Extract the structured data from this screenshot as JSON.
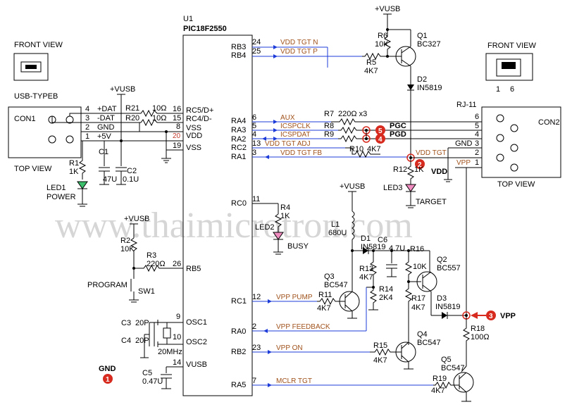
{
  "ic": {
    "ref": "U1",
    "part": "PIC18F2550",
    "left_pins": [
      {
        "name": "RC5/D+",
        "num": "16"
      },
      {
        "name": "RC4/D-",
        "num": "15"
      },
      {
        "name": "VSS",
        "num": "8"
      },
      {
        "name": "VDD",
        "num": "20"
      },
      {
        "name": "VSS",
        "num": "19"
      },
      {
        "name": "RB5",
        "num": "26"
      },
      {
        "name": "OSC1",
        "num": "9"
      },
      {
        "name": "OSC2",
        "num": "10"
      },
      {
        "name": "VUSB",
        "num": "14"
      }
    ],
    "right_pins": [
      {
        "name": "RB3",
        "num": "24",
        "signal": "VDD TGT N"
      },
      {
        "name": "RB4",
        "num": "25",
        "signal": "VDD TGT P"
      },
      {
        "name": "RA4",
        "num": "6",
        "signal": "AUX"
      },
      {
        "name": "RA3",
        "num": "5",
        "signal": "ICSPCLK"
      },
      {
        "name": "RA2",
        "num": "4",
        "signal": "ICSPDAT"
      },
      {
        "name": "RC2",
        "num": "13",
        "signal": "VDD TGT ADJ"
      },
      {
        "name": "RA1",
        "num": "3",
        "signal": "VDD TGT FB"
      },
      {
        "name": "RC0",
        "num": "11",
        "signal": ""
      },
      {
        "name": "RC1",
        "num": "12",
        "signal": "VPP PUMP"
      },
      {
        "name": "RA0",
        "num": "2",
        "signal": "VPP FEEDBACK"
      },
      {
        "name": "RB2",
        "num": "23",
        "signal": "VPP ON"
      },
      {
        "name": "RA5",
        "num": "7",
        "signal": "MCLR TGT"
      }
    ]
  },
  "usb": {
    "front_view": "FRONT VIEW",
    "name": "USB-TYPEB",
    "connector": "CON1",
    "top_view": "TOP VIEW",
    "pins": [
      {
        "num": "4",
        "name": "+DAT"
      },
      {
        "num": "3",
        "name": "-DAT"
      },
      {
        "num": "2",
        "name": "GND"
      },
      {
        "num": "1",
        "name": "+5V"
      }
    ]
  },
  "rj11": {
    "front_view": "FRONT VIEW",
    "name": "RJ-11",
    "connector": "CON2",
    "top_view": "TOP VIEW",
    "pin_low": "1",
    "pin_high": "6",
    "pins": [
      {
        "num": "6",
        "name": ""
      },
      {
        "num": "5",
        "name": "PGC"
      },
      {
        "num": "4",
        "name": "PGD"
      },
      {
        "num": "3",
        "name": "GND"
      },
      {
        "num": "2",
        "name": "VDD TGT"
      },
      {
        "num": "1",
        "name": "VPP"
      }
    ]
  },
  "components": {
    "vusb": "+VUSB",
    "r21": "R21",
    "r21v": "10Ω",
    "r20": "R20",
    "r20v": "10Ω",
    "r1": "R1",
    "r1v": "1K",
    "c1": "C1",
    "c1v": "47U",
    "c2": "C2",
    "c2v": "0.1U",
    "led1": "LED1",
    "led1v": "POWER",
    "r2": "R2",
    "r2v": "10K",
    "r3": "R3",
    "r3v": "220Ω",
    "program": "PROGRAM",
    "sw1": "SW1",
    "c3": "C3",
    "c3v": "20P",
    "c4": "C4",
    "c4v": "20P",
    "xtal": "20MHz",
    "c5": "C5",
    "c5v": "0.47U",
    "r6": "R6",
    "r6v": "10K",
    "q1": "Q1",
    "q1v": "BC327",
    "r5": "R5",
    "r5v": "4K7",
    "d2": "D2",
    "d2v": "IN5819",
    "r7": "R7",
    "r7v": "220Ω x3",
    "r8": "R8",
    "r9": "R9",
    "r10": "R10",
    "r10v": "4K7",
    "r12": "R12",
    "r12v": "1K",
    "led3": "LED3",
    "led3v": "TARGET",
    "r4": "R4",
    "r4v": "1K",
    "led2": "LED2",
    "led2v": "BUSY",
    "l1": "L1",
    "l1v": "680U",
    "d1": "D1",
    "d1v": "IN5819",
    "c6": "C6",
    "c6v": "4.7U",
    "r16": "R16",
    "r16v": "10K",
    "q2": "Q2",
    "q2v": "BC557",
    "r13": "R13",
    "r13v": "4K7",
    "r14": "R14",
    "r14v": "2K4",
    "q3": "Q3",
    "q3v": "BC547",
    "r11": "R11",
    "r11v": "4K7",
    "r17": "R17",
    "r17v": "4K7",
    "d3": "D3",
    "d3v": "IN5819",
    "r18": "R18",
    "r18v": "100Ω",
    "q4": "Q4",
    "q4v": "BC547",
    "r15": "R15",
    "r15v": "4K7",
    "q5": "Q5",
    "q5v": "BC547",
    "r19": "R19",
    "r19v": "4K7"
  },
  "markers": [
    {
      "num": "1",
      "label": "GND"
    },
    {
      "num": "2",
      "label": "VDD"
    },
    {
      "num": "3",
      "label": "VPP"
    },
    {
      "num": "4",
      "label": ""
    },
    {
      "num": "5",
      "label": ""
    }
  ],
  "watermark": "www.thaimicrotron.com",
  "colors": {
    "wire": "#000000",
    "signal": "#1d3bd8",
    "label_red": "#c0392b",
    "label_brown": "#a0521b",
    "marker": "#d62b1e"
  }
}
